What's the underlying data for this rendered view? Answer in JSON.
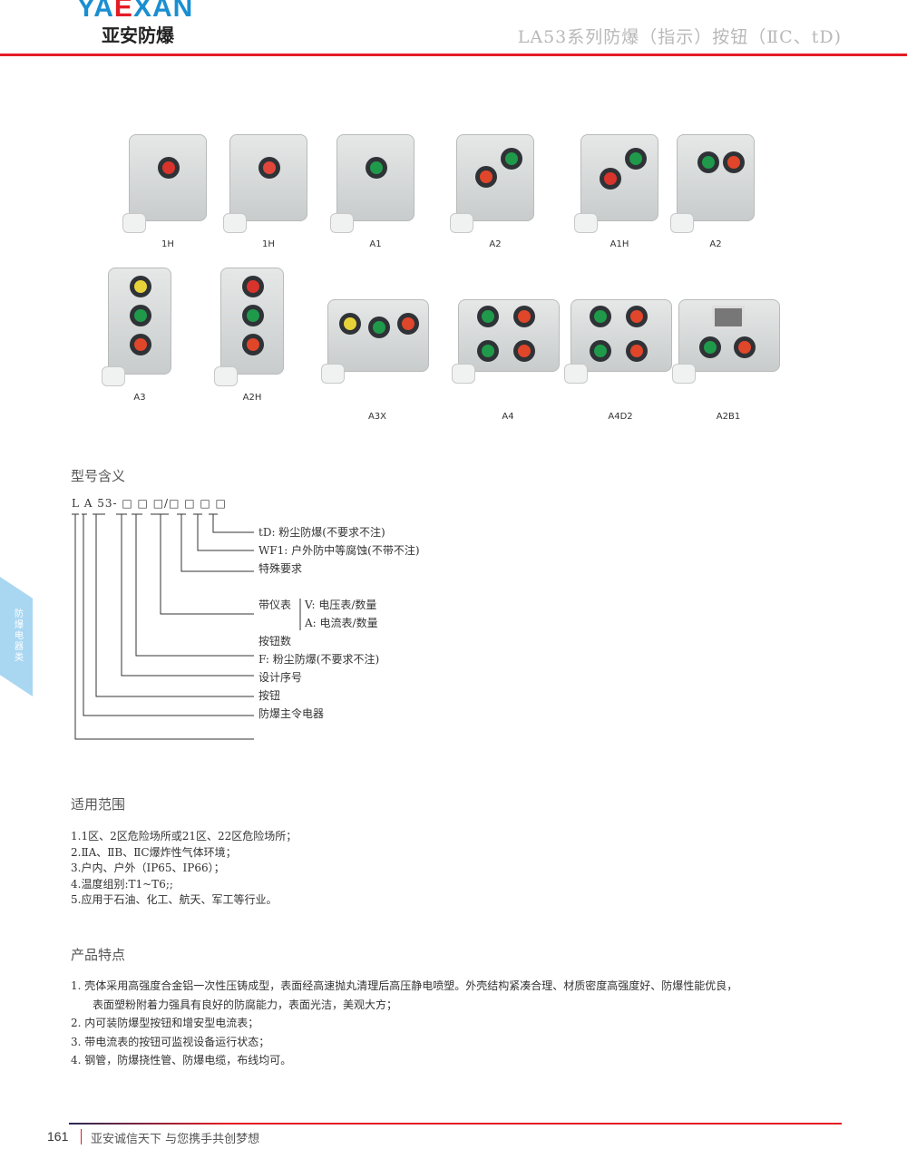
{
  "header": {
    "logo_en_a": "YA",
    "logo_en_b": "E",
    "logo_en_c": "XAN",
    "logo_cn": "亚安防爆",
    "title": "LA53系列防爆（指示）按钮（ⅡC、tD)"
  },
  "products": [
    {
      "label": "1H",
      "buttons": [
        "#d8342c"
      ],
      "shape": "sq"
    },
    {
      "label": "1H",
      "buttons": [
        "#e0463a"
      ],
      "shape": "sq"
    },
    {
      "label": "A1",
      "buttons": [
        "#1f9a4a"
      ],
      "shape": "sq"
    },
    {
      "label": "A2",
      "buttons": [
        "#1f9a4a",
        "#e0462a"
      ],
      "shape": "sq"
    },
    {
      "label": "A1H",
      "buttons": [
        "#1f9a4a",
        "#d8342c"
      ],
      "shape": "sq"
    },
    {
      "label": "A2",
      "buttons": [
        "#1f9a4a",
        "#e0462a"
      ],
      "shape": "sq"
    },
    {
      "label": "A3",
      "buttons": [
        "#e8d23a",
        "#1f9a4a",
        "#e0462a"
      ],
      "shape": "tall"
    },
    {
      "label": "A2H",
      "buttons": [
        "#d8342c",
        "#1f9a4a",
        "#e0462a"
      ],
      "shape": "tall"
    },
    {
      "label": "A3X",
      "buttons": [
        "#e8d23a",
        "#1f9a4a",
        "#e0462a"
      ],
      "shape": "wide"
    },
    {
      "label": "A4",
      "buttons": [
        "#1f9a4a",
        "#e0462a",
        "#1f9a4a",
        "#e0462a"
      ],
      "shape": "wide"
    },
    {
      "label": "A4D2",
      "buttons": [
        "#1f9a4a",
        "#e0462a",
        "#1f9a4a",
        "#e0462a"
      ],
      "shape": "wide"
    },
    {
      "label": "A2B1",
      "buttons": [
        "#1f9a4a",
        "#e0462a"
      ],
      "shape": "wide"
    }
  ],
  "model": {
    "heading": "型号含义",
    "code": "L A 53- □ □ □/□ □ □ □",
    "items": [
      "tD: 粉尘防爆(不要求不注)",
      "WF1: 户外防中等腐蚀(不带不注)",
      "特殊要求",
      "带仪表",
      "V: 电压表/数量",
      "A: 电流表/数量",
      "按钮数",
      "F: 粉尘防爆(不要求不注)",
      "设计序号",
      "按钮",
      "防爆主令电器"
    ]
  },
  "scope": {
    "heading": "适用范围",
    "items": [
      "1.1区、2区危险场所或21区、22区危险场所；",
      "2.ⅡA、ⅡB、ⅡC爆炸性气体环境；",
      "3.户内、户外（IP65、IP66）；",
      "4.温度组别:T1~T6;;",
      "5.应用于石油、化工、航天、军工等行业。"
    ]
  },
  "features": {
    "heading": "产品特点",
    "items": [
      "1. 壳体采用高强度合金铝一次性压铸成型，表面经高速抛丸清理后高压静电喷塑。外壳结构紧凑合理、材质密度高强度好、防爆性能优良，",
      "　　表面塑粉附着力强具有良好的防腐能力，表面光洁，美观大方；",
      "2. 内可装防爆型按钮和增安型电流表；",
      "3. 带电流表的按钮可监视设备运行状态；",
      "4. 钢管，防爆挠性管、防爆电缆，布线均可。"
    ]
  },
  "side_tab": "防爆电器类",
  "footer": {
    "page": "161",
    "slogan": "亚安诚信天下 与您携手共创梦想"
  }
}
